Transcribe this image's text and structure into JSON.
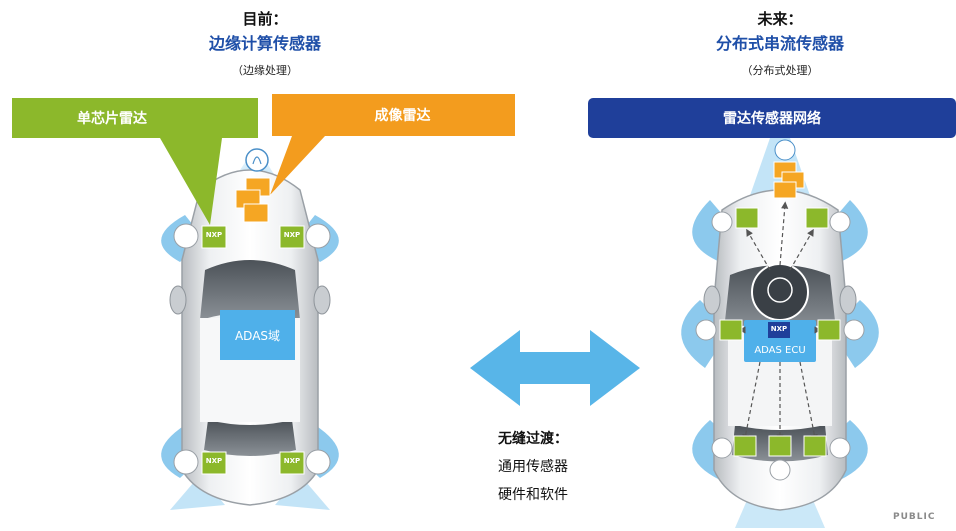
{
  "left": {
    "heading": "目前：",
    "subheading": "边缘计算传感器",
    "note": "（边缘处理）",
    "callout_green": "单芯片雷达",
    "callout_orange": "成像雷达",
    "domain_box": "ADAS域"
  },
  "right": {
    "heading": "未来：",
    "subheading": "分布式串流传感器",
    "note": "（分布式处理）",
    "callout_blue": "雷达传感器网络",
    "ecu_box": "ADAS ECU"
  },
  "middle": {
    "title": "无缝过渡：",
    "line1": "通用传感器",
    "line2": "硬件和软件"
  },
  "chip_label": "NXP",
  "footer": "PUBLIC",
  "colors": {
    "green": "#8cb82b",
    "orange": "#f39c1e",
    "navy": "#1f3f9a",
    "lightblue": "#4fb0ea",
    "arrow": "#58b5e8"
  },
  "icons": [
    "lightbulb-head-icon",
    "chip-icon",
    "double-arrow-icon"
  ]
}
